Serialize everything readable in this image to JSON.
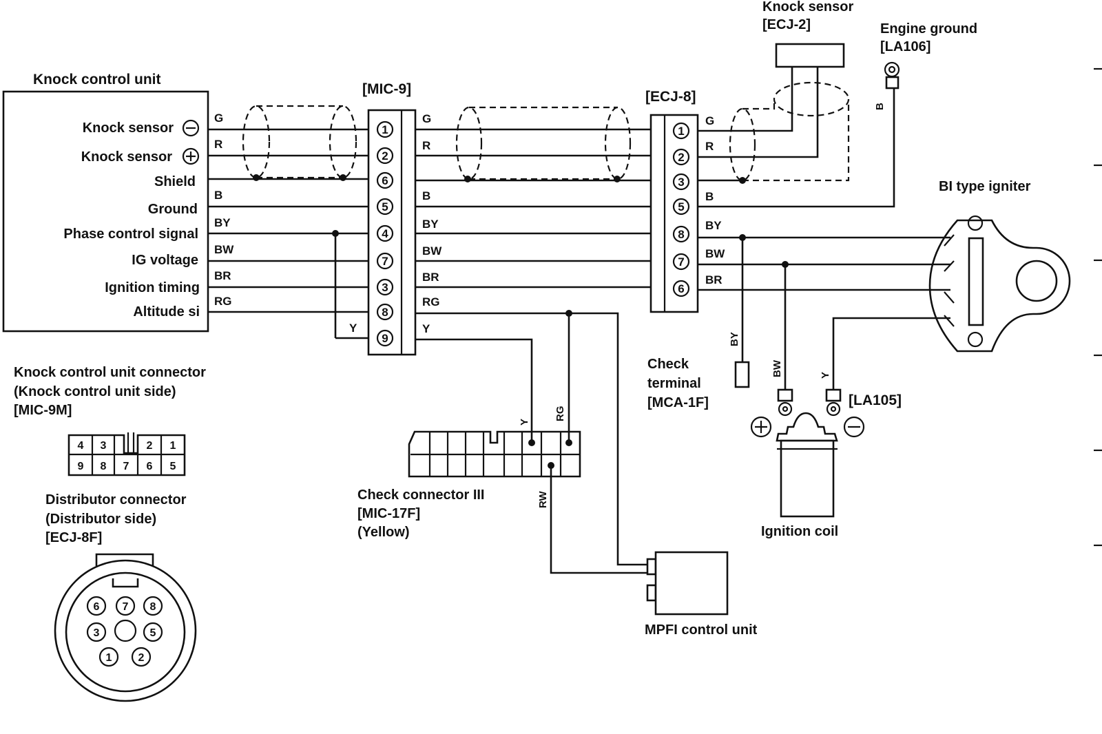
{
  "knock_unit": {
    "title": "Knock control unit",
    "terminals": [
      "Knock sensor",
      "Knock sensor",
      "Shield",
      "Ground",
      "Phase control signal",
      "IG voltage",
      "Ignition timing",
      "Altitude si"
    ]
  },
  "wire_colors_left": [
    "G",
    "R",
    "",
    "B",
    "BY",
    "BW",
    "BR",
    "RG"
  ],
  "wire_colors_mid": [
    "G",
    "R",
    "",
    "B",
    "BY",
    "BW",
    "BR",
    "RG",
    "Y"
  ],
  "wire_colors_right": [
    "G",
    "R",
    "B",
    "BY",
    "BW",
    "BR"
  ],
  "wire_y": "Y",
  "mic9": {
    "label": "[MIC-9]",
    "pins": [
      "1",
      "2",
      "6",
      "5",
      "4",
      "7",
      "3",
      "8",
      "9"
    ]
  },
  "ecj8": {
    "label": "[ECJ-8]",
    "pins": [
      "1",
      "2",
      "3",
      "5",
      "8",
      "7",
      "6"
    ]
  },
  "knock_sensor": {
    "title": "Knock sensor",
    "code": "[ECJ-2]"
  },
  "engine_ground": {
    "title": "Engine ground",
    "code": "[LA106]",
    "wire": "B"
  },
  "igniter": {
    "title": "BI type igniter"
  },
  "check_terminal": {
    "line1": "Check",
    "line2": "terminal",
    "code": "[MCA-1F]",
    "wire": "BY"
  },
  "ignition_coil": {
    "title": "Ignition coil",
    "code": "[LA105]",
    "wire_bw": "BW",
    "wire_y": "Y",
    "plus": "+",
    "minus": "−"
  },
  "check_connector": {
    "line1": "Check connector III",
    "code": "[MIC-17F]",
    "color": "(Yellow)",
    "wire_y": "Y",
    "wire_rg": "RG",
    "wire_rw": "RW"
  },
  "mpfi": {
    "title": "MPFI control unit"
  },
  "kcu_connector": {
    "line1": "Knock control unit connector",
    "line2": "(Knock control unit side)",
    "code": "[MIC-9M]",
    "top_pins": [
      "4",
      "3",
      "2",
      "1"
    ],
    "bottom_pins": [
      "9",
      "8",
      "7",
      "6",
      "5"
    ]
  },
  "dist_connector": {
    "line1": "Distributor connector",
    "line2": "(Distributor side)",
    "code": "[ECJ-8F]",
    "pins": [
      "6",
      "7",
      "8",
      "3",
      "5",
      "1",
      "2"
    ]
  }
}
